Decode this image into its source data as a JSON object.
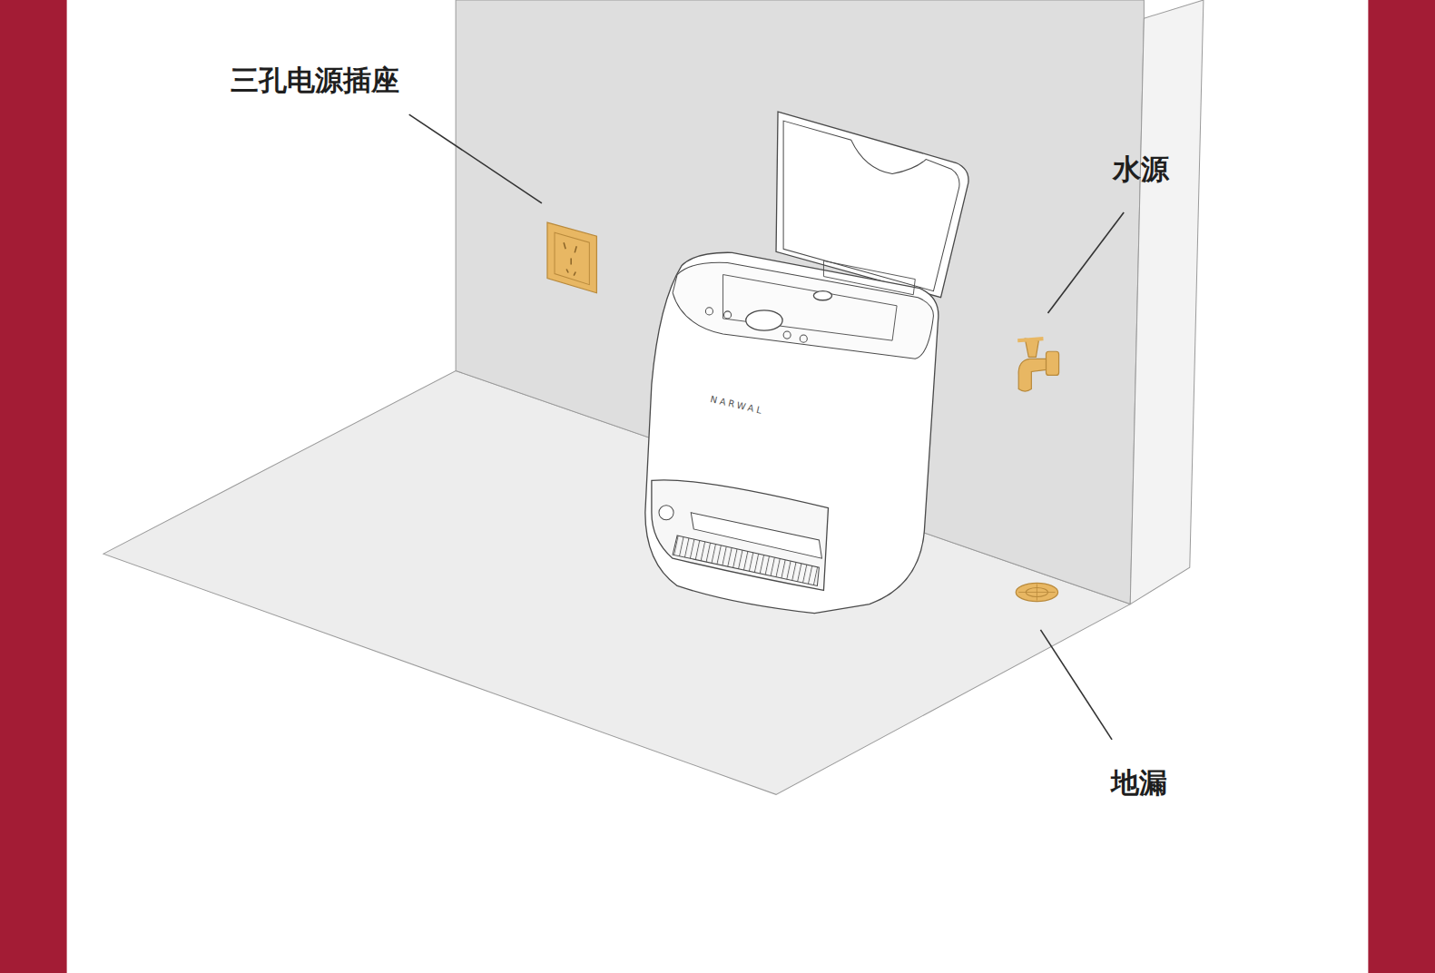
{
  "diagram": {
    "labels": [
      "三孔电源插座",
      "水源",
      "地漏",
      "NARWAL"
    ]
  }
}
